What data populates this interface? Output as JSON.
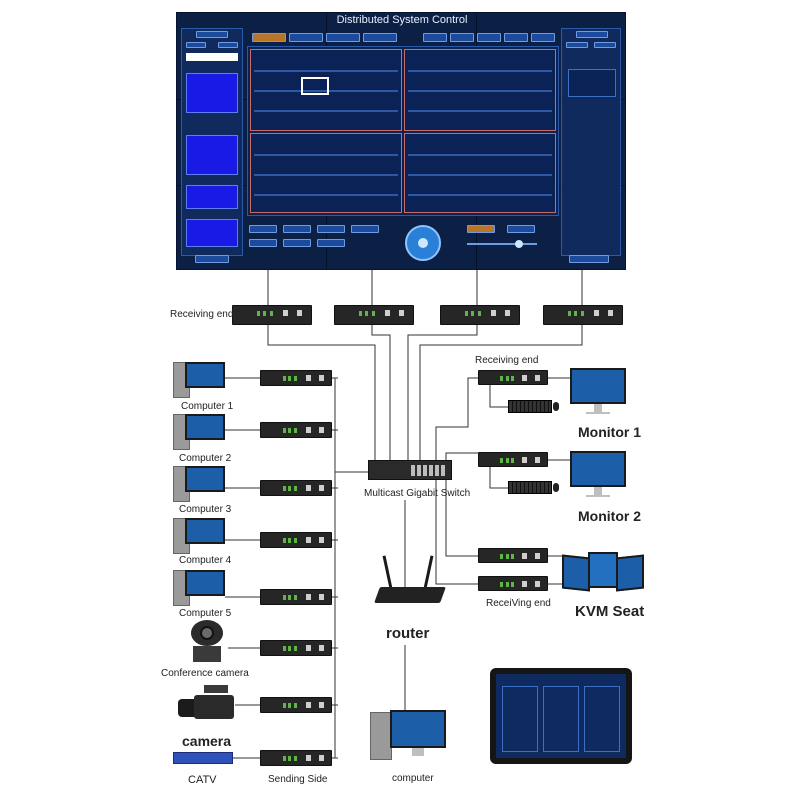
{
  "wall": {
    "title": "Distributed System Control"
  },
  "labels": {
    "receiving_end_top": "Receiving end",
    "receiving_end_right": "Receiving end",
    "receiving_end_bottom": "ReceiVing end",
    "computers": [
      "Computer 1",
      "Computer 2",
      "Computer 3",
      "Computer 4",
      "Computer 5"
    ],
    "conference_camera": "Conference camera",
    "camera": "camera",
    "catv": "CATV",
    "sending_side": "Sending Side",
    "switch": "Multicast Gigabit Switch",
    "router": "router",
    "computer": "computer",
    "monitor1": "Monitor 1",
    "monitor2": "Monitor 2",
    "kvm_seat": "KVM Seat"
  },
  "colors": {
    "wall_bg": "#0c1f45",
    "wall_accent": "#3d6fc4",
    "device": "#262626",
    "cable": "#333333",
    "screen": "#1c5fa8"
  }
}
